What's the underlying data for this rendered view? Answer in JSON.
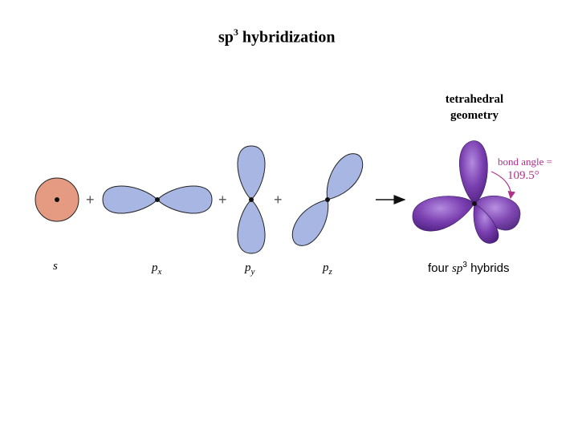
{
  "title": {
    "main": "sp",
    "sup": "3",
    "rest": " hybridization"
  },
  "geometry_label_line1": "tetrahedral",
  "geometry_label_line2": "geometry",
  "bond_angle_label": "bond angle =",
  "bond_angle_value": "109.5°",
  "orbitals": {
    "s": "s",
    "px_base": "p",
    "px_sub": "x",
    "py_base": "p",
    "py_sub": "y",
    "pz_base": "p",
    "pz_sub": "z"
  },
  "plus_sign": "+",
  "hybrids_label": {
    "prefix": "four ",
    "italic": "sp",
    "sup": "3",
    "suffix": " hybrids"
  },
  "colors": {
    "s_orbital": "#e59a82",
    "p_orbital": "#a7b6e3",
    "hybrid": "#7a3fb0",
    "accent": "#b0318a"
  }
}
